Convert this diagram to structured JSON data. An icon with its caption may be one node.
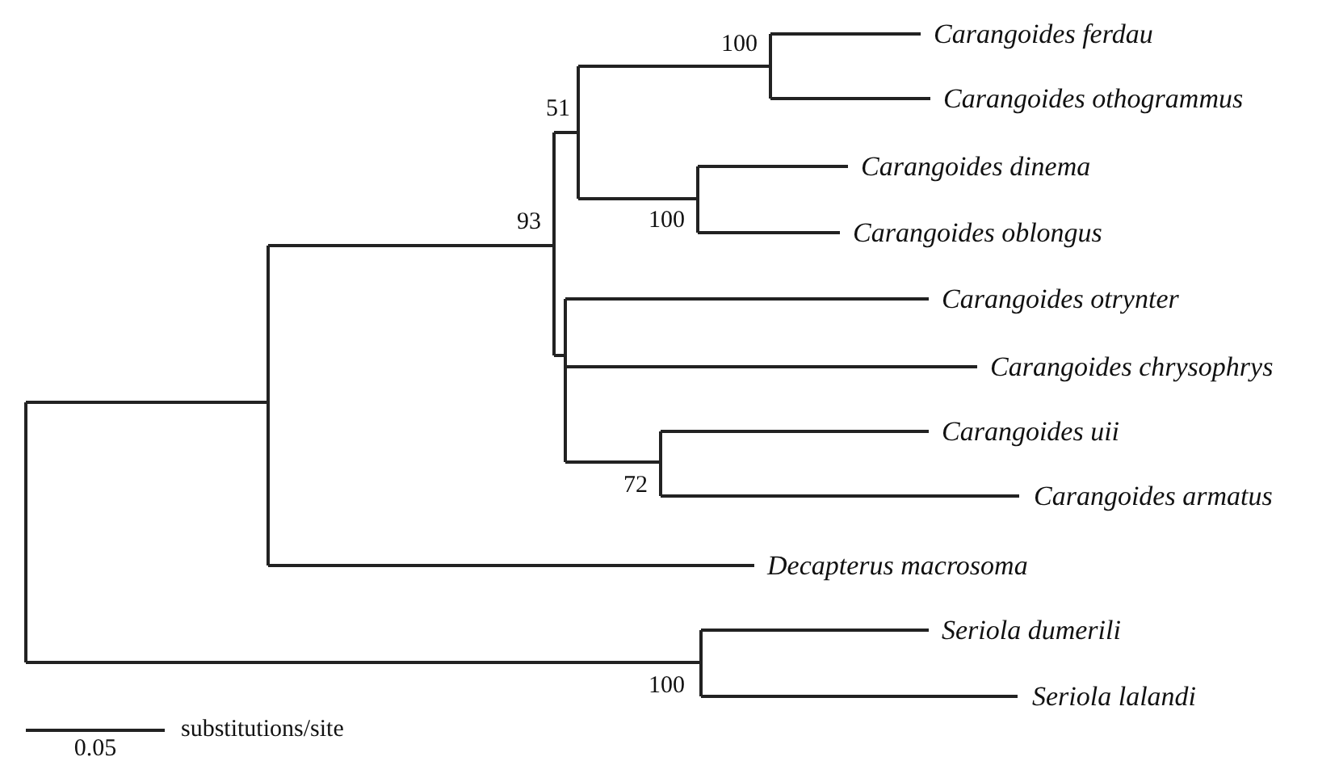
{
  "diagram": {
    "labels": [
      "100",
      "Carangoides ferdau",
      "Carangoides othogrammus",
      "51",
      "Carangoides dinema",
      "100",
      "Carangoides oblongus",
      "93",
      "Carangoides otrynter",
      "Carangoides chrysophrys",
      "Carangoides uii",
      "72",
      "Carangoides armatus",
      "Decapterus macrosoma",
      "Seriola dumerili",
      "100",
      "Seriola lalandi",
      "substitutions/site",
      "0.05"
    ]
  }
}
